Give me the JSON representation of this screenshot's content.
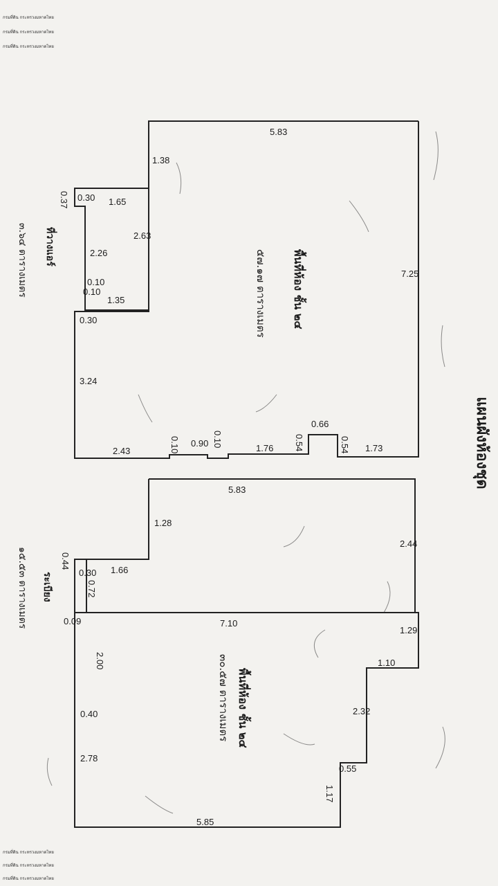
{
  "title": "แผนผังห้องชุด",
  "header_strip_text": "กรมที่ดิน กระทรวงมหาดไทย",
  "unit_upper": {
    "name": "พื้นที่ห้อง ชั้น ๒๔",
    "area": "๕๗.๑๗ ตารางเมตร",
    "balcony_name": "ที่วางแอร์",
    "balcony_area": "๓.๖๔ ตารางเมตร",
    "dims": {
      "top": "5.83",
      "left_top": "1.38",
      "right": "7.25",
      "small_a": "0.30",
      "small_b": "1.65",
      "small_c": "0.37",
      "mid_v": "2.63",
      "inner_h": "2.26",
      "inner_a": "0.10",
      "inner_b": "0.10",
      "step_h": "1.35",
      "step_v": "0.30",
      "left_low": "3.24",
      "bottom_a": "2.43",
      "bottom_b": "0.10",
      "bottom_c": "0.90",
      "bottom_d": "0.10",
      "bottom_e": "1.76",
      "notch_a": "0.54",
      "notch_b": "0.66",
      "notch_c": "0.54",
      "bottom_f": "1.73"
    }
  },
  "unit_lower": {
    "name": "พื้นที่ห้อง ชั้น ๒๔",
    "area": "๓๐.๕๗ ตารางเมตร",
    "balcony_name": "ระเบียง",
    "balcony_area": "๑๕.๕๓ ตารางเมตร",
    "dims": {
      "top": "5.83",
      "right_top": "2.44",
      "left_top": "1.28",
      "small_a": "1.66",
      "small_b": "0.30",
      "small_c": "0.44",
      "small_d": "0.72",
      "divider": "7.10",
      "div_a": "0.09",
      "right_a": "1.29",
      "right_b": "1.10",
      "mid_a": "2.00",
      "mid_b": "2.32",
      "mid_c": "0.40",
      "notch": "0.55",
      "right_c": "1.17",
      "left_low": "2.78",
      "bottom": "5.85"
    }
  }
}
